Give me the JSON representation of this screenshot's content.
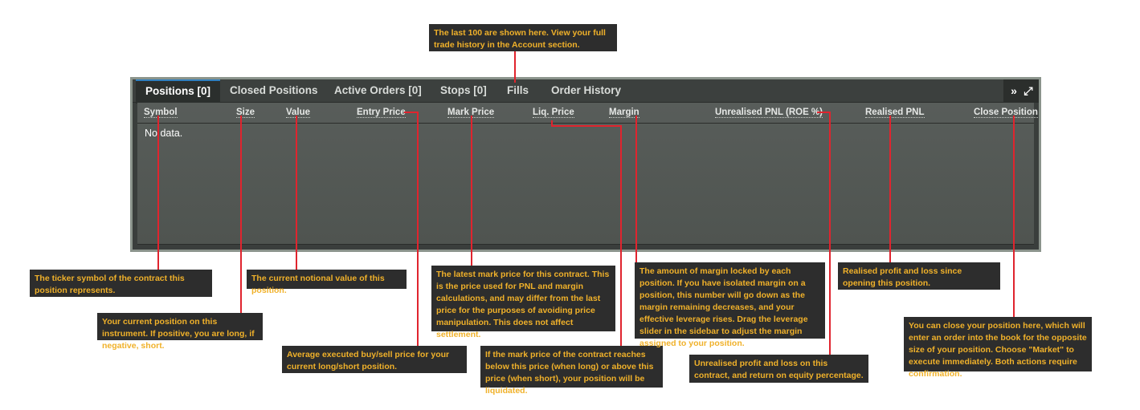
{
  "tabs": [
    {
      "label": "Positions [0]",
      "active": true
    },
    {
      "label": "Closed Positions"
    },
    {
      "label": "Active Orders [0]"
    },
    {
      "label": "Stops [0]"
    },
    {
      "label": "Fills"
    },
    {
      "label": "Order History"
    }
  ],
  "tools": {
    "collapse_icon": "»",
    "expand_icon": "⤢"
  },
  "columns": [
    "Symbol",
    "Size",
    "Value",
    "Entry Price",
    "Mark Price",
    "Liq. Price",
    "Margin",
    "Unrealised PNL (ROE %)",
    "Realised PNL",
    "Close Position"
  ],
  "empty_text": "No data.",
  "callouts": {
    "history": "The last 100 are shown here. View your full trade history in the Account section.",
    "symbol": "The ticker symbol of the contract this position represents.",
    "size": "Your current position on this instrument. If positive, you are long, if negative, short.",
    "value": "The current notional value of this position.",
    "entry": "Average executed buy/sell price for your current long/short position.",
    "mark": "The latest mark price for this contract. This is the price used for PNL and margin calculations, and may differ from the last price for the purposes of avoiding price manipulation. This does not affect settlement.",
    "liq": "If the mark price of the contract reaches below this price (when long) or above this price (when short), your position will be liquidated.",
    "margin": "The amount of margin locked by each position. If you have isolated margin on a position, this number will go down as the margin remaining decreases, and your effective leverage rises. Drag the leverage slider in the sidebar to adjust the margin assigned to your position.",
    "unrealised": "Unrealised profit and loss on this contract, and return on equity percentage.",
    "realised": "Realised profit and loss since opening this position.",
    "close": "You can close your position here, which will enter an order into the book for the opposite size of your position. Choose \"Market\" to execute immediately. Both actions require confirmation."
  },
  "colors": {
    "accent_line": "#e0242e",
    "callout_text": "#f0b12a",
    "active_tab_border": "#2f7fbf"
  }
}
